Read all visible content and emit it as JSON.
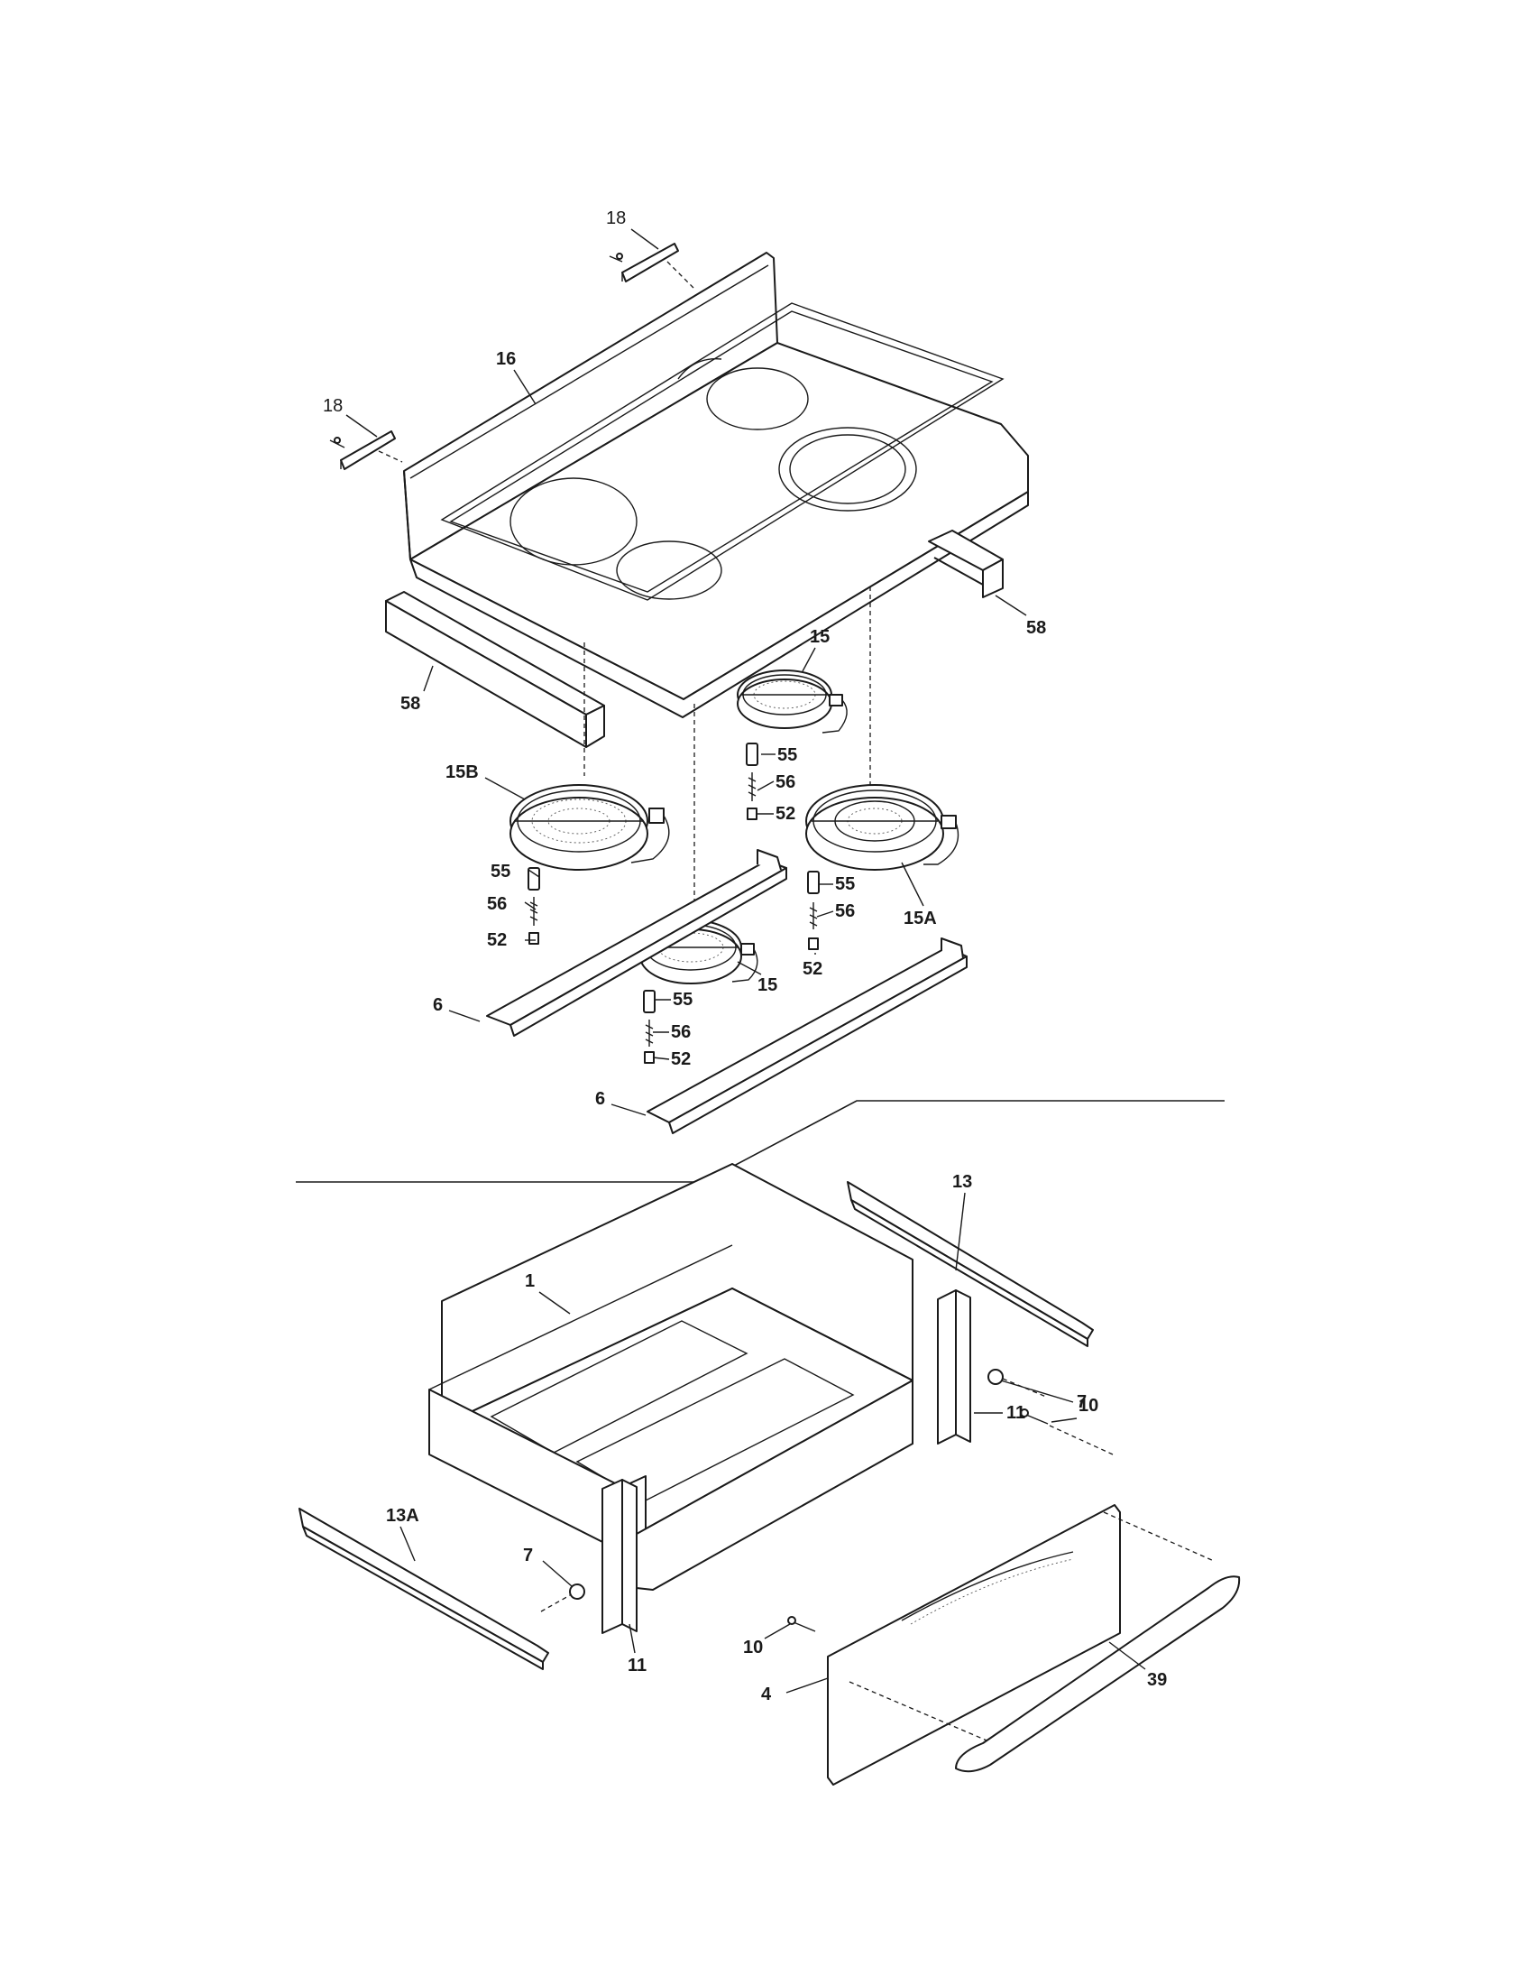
{
  "callouts": {
    "c18a": "18",
    "c18b": "18",
    "c16": "16",
    "c58a": "58",
    "c58b": "58",
    "c15a": "15",
    "c15b": "15",
    "c15B": "15B",
    "c15A": "15A",
    "c55a": "55",
    "c55b": "55",
    "c55c": "55",
    "c55d": "55",
    "c56a": "56",
    "c56b": "56",
    "c56c": "56",
    "c56d": "56",
    "c52a": "52",
    "c52b": "52",
    "c52c": "52",
    "c52d": "52",
    "c6a": "6",
    "c6b": "6",
    "c13": "13",
    "c13A": "13A",
    "c1": "1",
    "c7a": "7",
    "c7b": "7",
    "c11a": "11",
    "c11b": "11",
    "c10a": "10",
    "c10b": "10",
    "c4": "4",
    "c39": "39"
  }
}
